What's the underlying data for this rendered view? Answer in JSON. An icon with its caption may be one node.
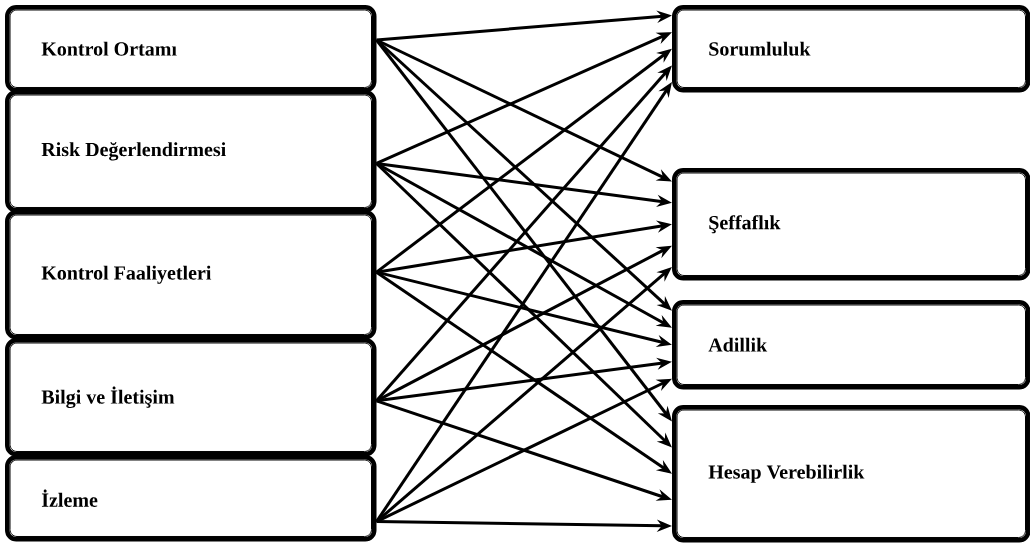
{
  "diagram": {
    "nodes": [
      {
        "text": [
          "Kontrol Ortamı"
        ]
      },
      {
        "text": [
          "Risk Değerlendirmesi"
        ]
      },
      {
        "text": [
          "Kontrol Faaliyetleri"
        ]
      },
      {
        "text": [
          "Bilgi ve İletişim"
        ]
      },
      {
        "text": [
          "İzleme"
        ]
      },
      {
        "text": [
          "Sorumluluk"
        ]
      },
      {
        "text": [
          "Şeffaflık"
        ]
      },
      {
        "text": [
          "Adillik"
        ]
      },
      {
        "text": [
          "Hesap Verebilirlik"
        ]
      }
    ],
    "edges": [
      {
        "from": 0,
        "to": 5,
        "arrow": "to"
      },
      {
        "from": 0,
        "to": 6,
        "arrow": "to"
      },
      {
        "from": 0,
        "to": 7,
        "arrow": "to"
      },
      {
        "from": 0,
        "to": 8,
        "arrow": "to"
      },
      {
        "from": 1,
        "to": 5,
        "arrow": "to"
      },
      {
        "from": 1,
        "to": 6,
        "arrow": "to"
      },
      {
        "from": 1,
        "to": 7,
        "arrow": "to"
      },
      {
        "from": 1,
        "to": 8,
        "arrow": "to"
      },
      {
        "from": 2,
        "to": 5,
        "arrow": "to"
      },
      {
        "from": 2,
        "to": 6,
        "arrow": "to"
      },
      {
        "from": 2,
        "to": 7,
        "arrow": "to"
      },
      {
        "from": 2,
        "to": 8,
        "arrow": "to"
      },
      {
        "from": 3,
        "to": 5,
        "arrow": "to"
      },
      {
        "from": 3,
        "to": 6,
        "arrow": "to"
      },
      {
        "from": 3,
        "to": 7,
        "arrow": "to"
      },
      {
        "from": 3,
        "to": 8,
        "arrow": "to"
      },
      {
        "from": 4,
        "to": 5,
        "arrow": "to"
      },
      {
        "from": 4,
        "to": 6,
        "arrow": "to"
      },
      {
        "from": 4,
        "to": 7,
        "arrow": "to"
      },
      {
        "from": 4,
        "to": 8,
        "arrow": "to"
      }
    ]
  }
}
